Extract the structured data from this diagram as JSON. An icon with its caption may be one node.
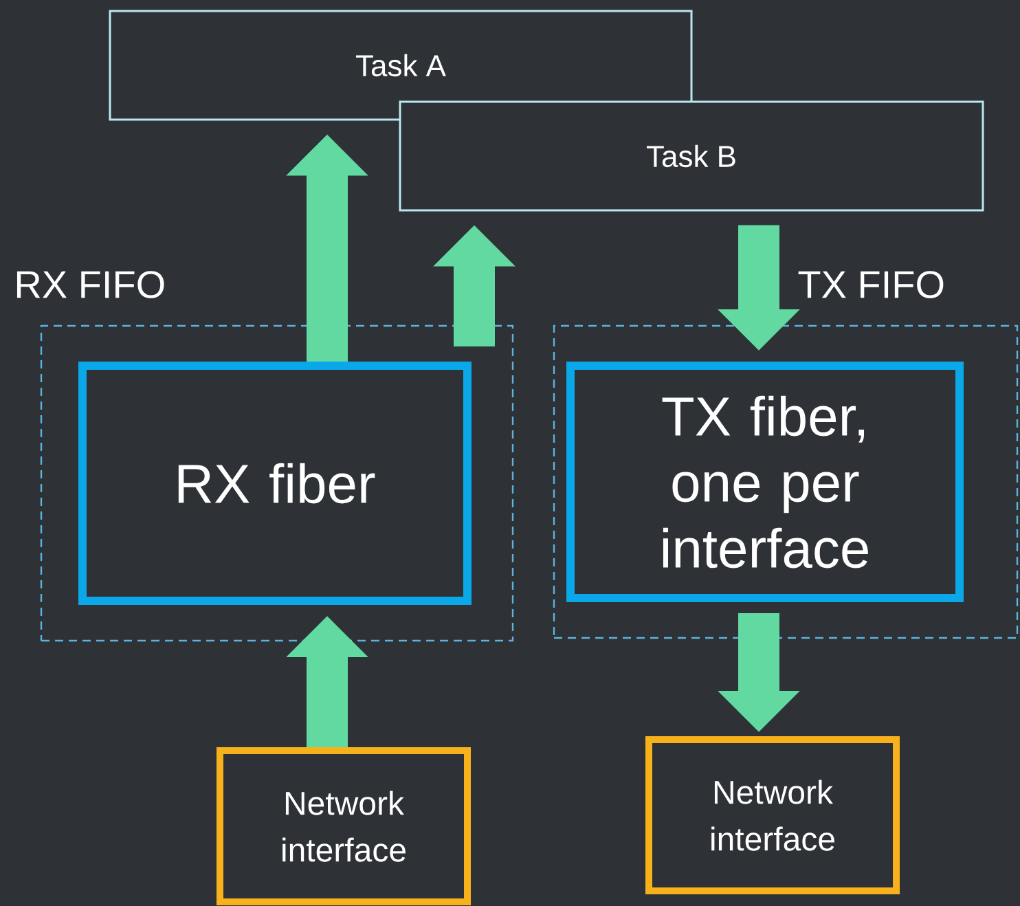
{
  "diagram": {
    "nodes": [
      {
        "text": [
          "Task A"
        ]
      },
      {
        "text": [
          "Task B"
        ]
      },
      {
        "text": [
          "RX FIFO"
        ]
      },
      {
        "text": [
          "RX fiber"
        ],
        "in": 2
      },
      {
        "text": [
          "TX FIFO"
        ]
      },
      {
        "text": [
          "TX fiber, one per interface"
        ],
        "in": 4
      },
      {
        "text": [
          "Network interface"
        ]
      },
      {
        "text": [
          "Network interface"
        ]
      }
    ],
    "edges": [
      {
        "from": 3,
        "to": 0,
        "arrow": "to"
      },
      {
        "from": 3,
        "to": 1,
        "arrow": "to"
      },
      {
        "from": 1,
        "to": 5,
        "arrow": "to"
      },
      {
        "from": 6,
        "to": 3,
        "arrow": "to"
      },
      {
        "from": 5,
        "to": 7,
        "arrow": "to"
      }
    ]
  }
}
